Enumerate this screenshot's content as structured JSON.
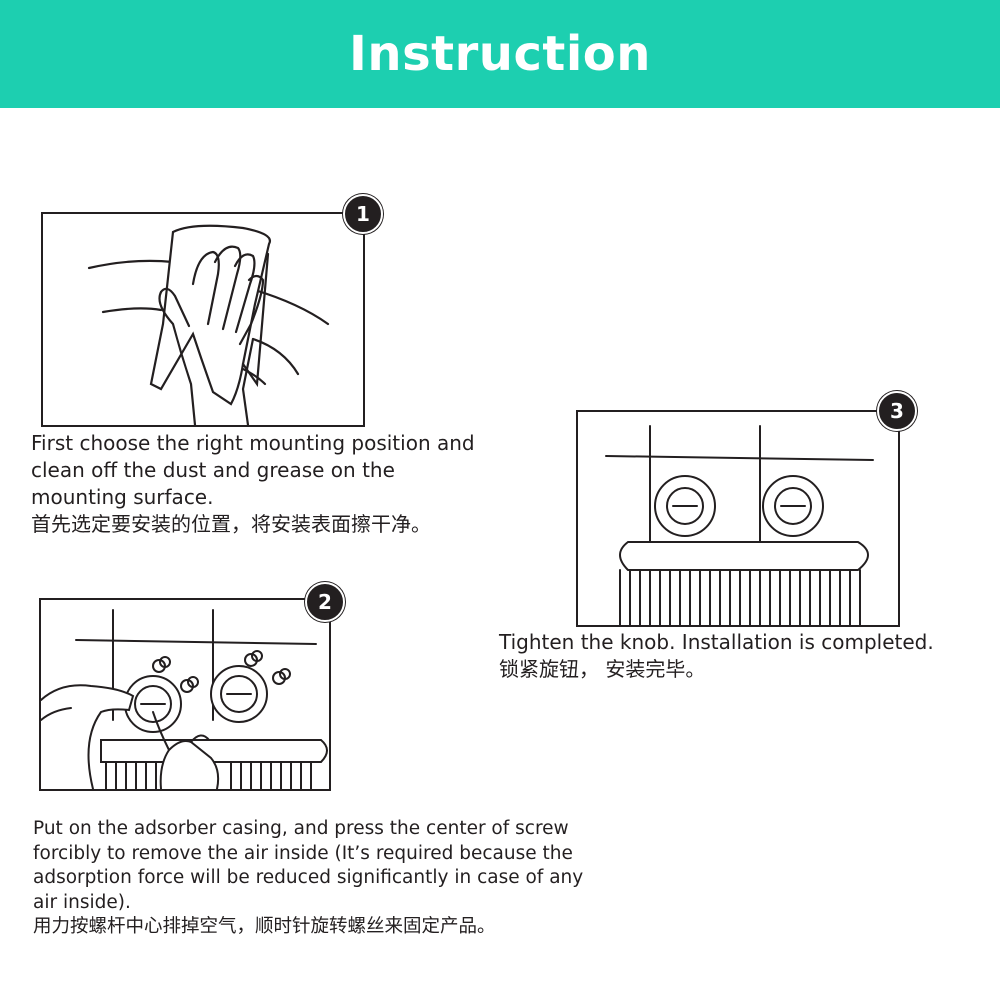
{
  "header": {
    "title": "Instruction"
  },
  "steps": [
    {
      "number": "1",
      "text_en": "First choose the right mounting position and clean off the dust and grease on the mounting surface.",
      "text_zh": "首先选定要安装的位置，将安装表面擦干净。"
    },
    {
      "number": "2",
      "text_en": "Put on the adsorber casing, and press the center of screw forcibly to remove the air inside (It’s required because the adsorption force will be reduced significantly in case of any air inside).",
      "text_zh": "用力按螺杆中心排掉空气，顺时针旋转螺丝来固定产品。"
    },
    {
      "number": "3",
      "text_en": "Tighten the knob. Installation is completed.",
      "text_zh": "锁紧旋钮， 安装完毕。"
    }
  ],
  "colors": {
    "header_bg": "#1dcfb0",
    "header_text": "#ffffff",
    "line": "#231f20"
  }
}
